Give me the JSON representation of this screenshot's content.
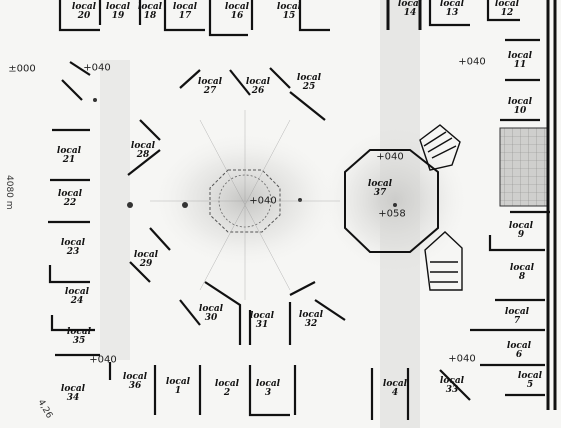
{
  "units": [
    {
      "word": "local",
      "num": "20"
    },
    {
      "word": "local",
      "num": "19"
    },
    {
      "word": "local",
      "num": "18"
    },
    {
      "word": "local",
      "num": "17"
    },
    {
      "word": "local",
      "num": "16"
    },
    {
      "word": "local",
      "num": "15"
    },
    {
      "word": "local",
      "num": "14"
    },
    {
      "word": "local",
      "num": "13"
    },
    {
      "word": "local",
      "num": "12"
    },
    {
      "word": "local",
      "num": "11"
    },
    {
      "word": "local",
      "num": "10"
    },
    {
      "word": "local",
      "num": "27"
    },
    {
      "word": "local",
      "num": "26"
    },
    {
      "word": "local",
      "num": "25"
    },
    {
      "word": "local",
      "num": "21"
    },
    {
      "word": "local",
      "num": "28"
    },
    {
      "word": "local",
      "num": "37"
    },
    {
      "word": "local",
      "num": "22"
    },
    {
      "word": "local",
      "num": "9"
    },
    {
      "word": "local",
      "num": "23"
    },
    {
      "word": "local",
      "num": "29"
    },
    {
      "word": "local",
      "num": "8"
    },
    {
      "word": "local",
      "num": "24"
    },
    {
      "word": "local",
      "num": "30"
    },
    {
      "word": "local",
      "num": "31"
    },
    {
      "word": "local",
      "num": "32"
    },
    {
      "word": "local",
      "num": "7"
    },
    {
      "word": "local",
      "num": "35"
    },
    {
      "word": "local",
      "num": "6"
    },
    {
      "word": "local",
      "num": "36"
    },
    {
      "word": "local",
      "num": "1"
    },
    {
      "word": "local",
      "num": "2"
    },
    {
      "word": "local",
      "num": "3"
    },
    {
      "word": "local",
      "num": "4"
    },
    {
      "word": "local",
      "num": "33"
    },
    {
      "word": "local",
      "num": "5"
    },
    {
      "word": "local",
      "num": "34"
    }
  ],
  "elevations": [
    "±000",
    "+040",
    "+040",
    "+040",
    "+058",
    "+040",
    "+040",
    "+040"
  ],
  "dimensions": [
    "4080 m",
    "4,26"
  ]
}
